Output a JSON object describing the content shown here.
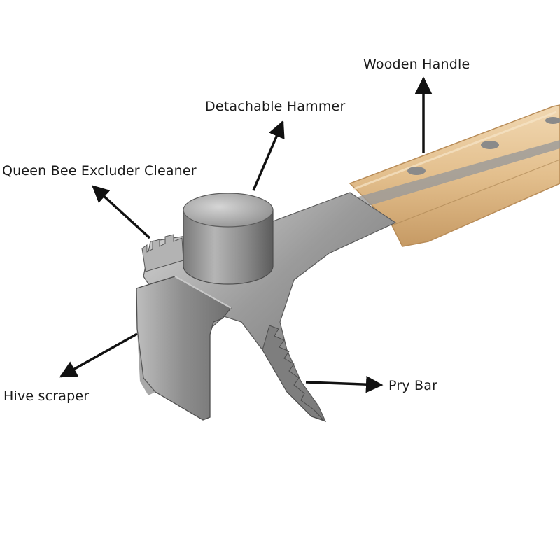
{
  "labels": {
    "wooden_handle": "Wooden Handle",
    "detachable_hammer": "Detachable Hammer",
    "queen_excluder_cleaner": "Queen Bee Excluder Cleaner",
    "hive_scraper": "Hive scraper",
    "pry_bar": "Pry Bar"
  },
  "colors": {
    "background": "#ffffff",
    "text": "#1a1a1a",
    "arrow": "#111111",
    "steel_light": "#c9c9c9",
    "steel_mid": "#8e8e8e",
    "steel_dark": "#555555",
    "wood_light": "#eed2a8",
    "wood_dark": "#c59a64",
    "rivet": "#8a8a8a"
  }
}
